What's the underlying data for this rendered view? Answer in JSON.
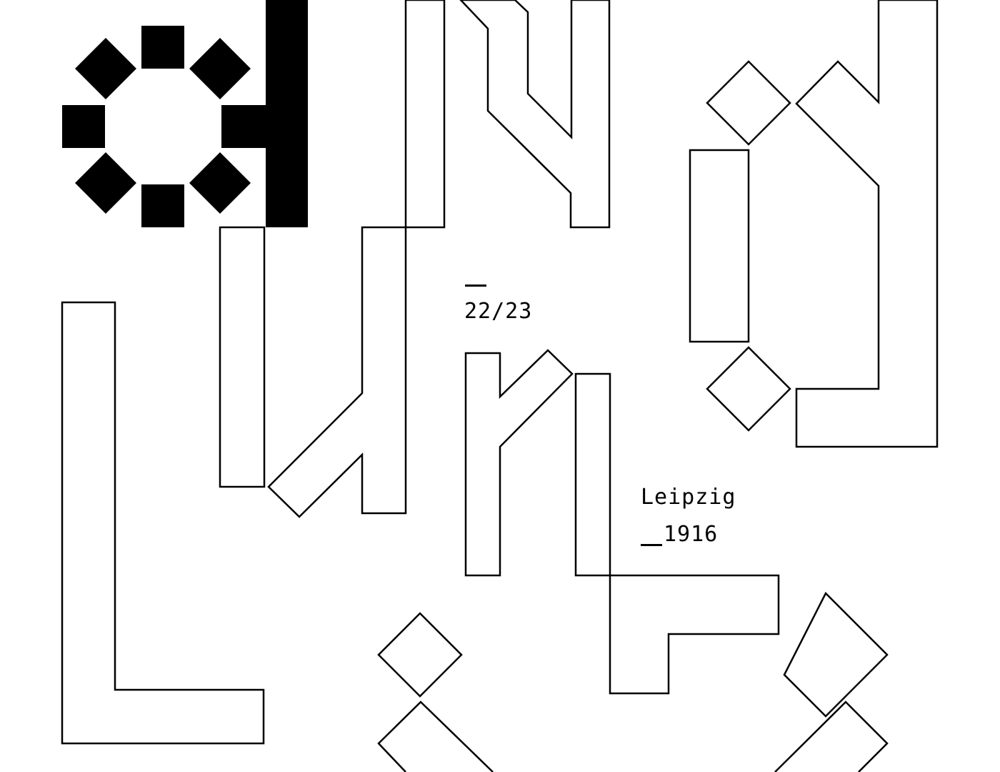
{
  "poster": {
    "season_label": "22/23",
    "city_label": "Leipzig",
    "year_label": "1916",
    "ink_color": "#000000",
    "paper_color": "#ffffff"
  }
}
